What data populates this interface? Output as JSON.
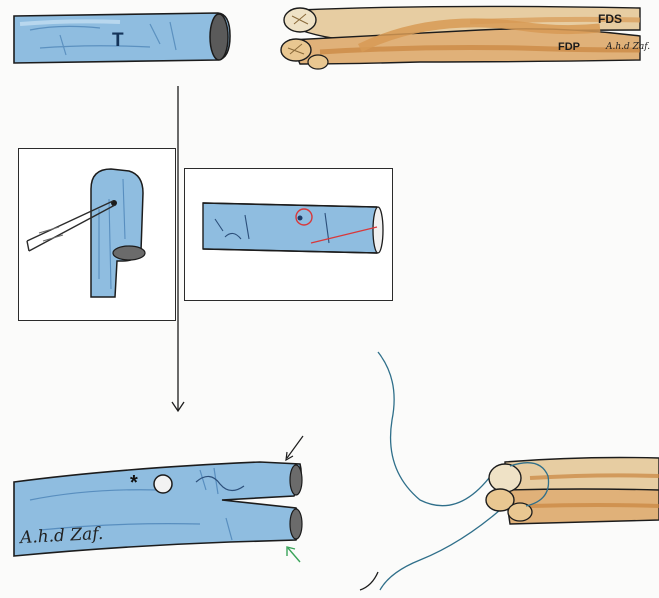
{
  "labels": {
    "tendon": "T",
    "fds": "FDS",
    "fdp": "FDP",
    "asterisk": "*"
  },
  "colors": {
    "tendon_blue": "#8fbde0",
    "tendon_blue_dark": "#5e93c4",
    "tendon_tan": "#e7cda2",
    "tendon_orange": "#d79a55",
    "suture": "#2f6f8a",
    "outline": "#1c1c1c",
    "arrow_green": "#3aa35a",
    "marker_red": "#d8383a"
  },
  "figure": {
    "panels": [
      "tendon-segment",
      "fds-fdp-tendons",
      "forceps-inset",
      "puncture-inset",
      "split-tendon-end",
      "sutured-tendon-bundle"
    ]
  }
}
